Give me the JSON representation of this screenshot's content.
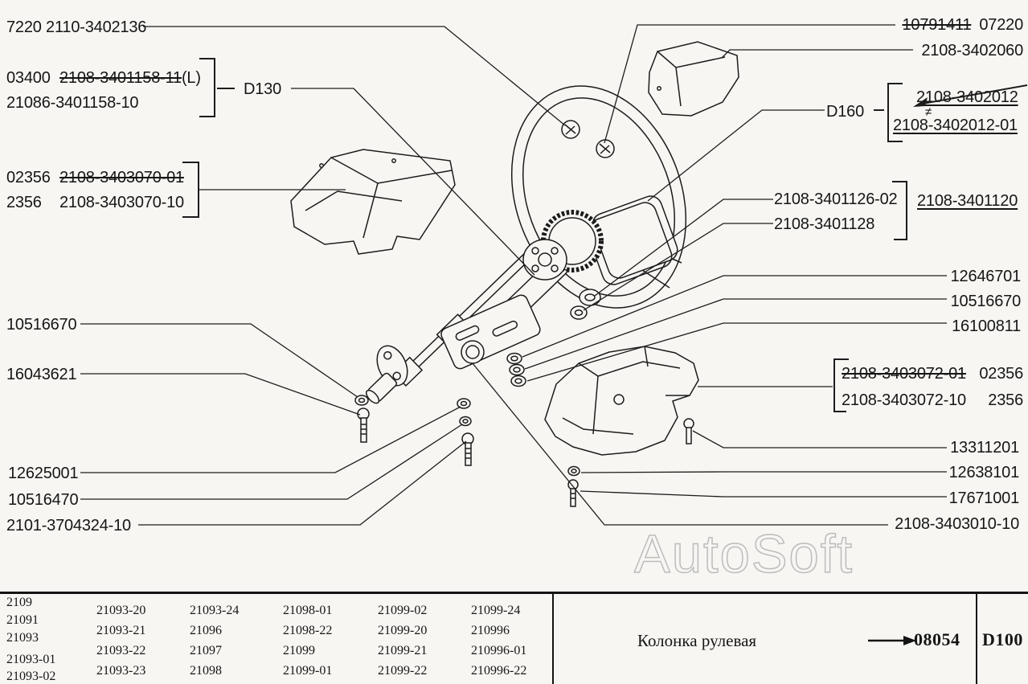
{
  "page": {
    "background": "#f7f6f3",
    "ink": "#1c1c1c",
    "watermark_color": "#bcbcbc"
  },
  "watermark": "AutoSoft",
  "callouts": {
    "left": {
      "c1": "7220 2110-3402136",
      "c2_prefix": "03400",
      "c2_struck": "2108-3401158-11",
      "c2_suffix": "(L)",
      "c2b": "21086-3401158-10",
      "d130": "D130",
      "c3_prefix": "02356",
      "c3_struck": "2108-3403070-01",
      "c3b_prefix": "2356",
      "c3b_code": "2108-3403070-10",
      "c4": "10516670",
      "c5": "16043621",
      "c6": "12625001",
      "c7": "10516470",
      "c8": "2101-3704324-10"
    },
    "right": {
      "r1_struck": "10791411",
      "r1_code": "07220",
      "r2": "2108-3402060",
      "d160": "D160",
      "d160_old": "2108-3402012",
      "d160_neq": "≠",
      "d160_new": "2108-3402012-01",
      "r3": "2108-3401126-02",
      "r3_group": "2108-3401120",
      "r4": "2108-3401128",
      "r5": "12646701",
      "r6": "10516670",
      "r7": "16100811",
      "r8_struck": "2108-3403072-01",
      "r8_code": "02356",
      "r9": "2108-3403072-10",
      "r9_code": "2356",
      "r10": "13311201",
      "r11": "12638101",
      "r12": "17671001",
      "r13": "2108-3403010-10"
    }
  },
  "footer": {
    "applicability": [
      [
        "2109",
        "21091",
        "21093",
        "21093-01",
        "21093-02"
      ],
      [
        "21093-20",
        "21093-21",
        "21093-22",
        "21093-23"
      ],
      [
        "21093-24",
        "21096",
        "21097",
        "21098"
      ],
      [
        "21098-01",
        "21098-22",
        "21099",
        "21099-01"
      ],
      [
        "21099-02",
        "21099-20",
        "21099-21",
        "21099-22"
      ],
      [
        "21099-24",
        "210996",
        "210996-01",
        "210996-22"
      ]
    ],
    "title": "Колонка рулевая",
    "arrow": "→",
    "code": "08054",
    "sheet": "D100"
  }
}
